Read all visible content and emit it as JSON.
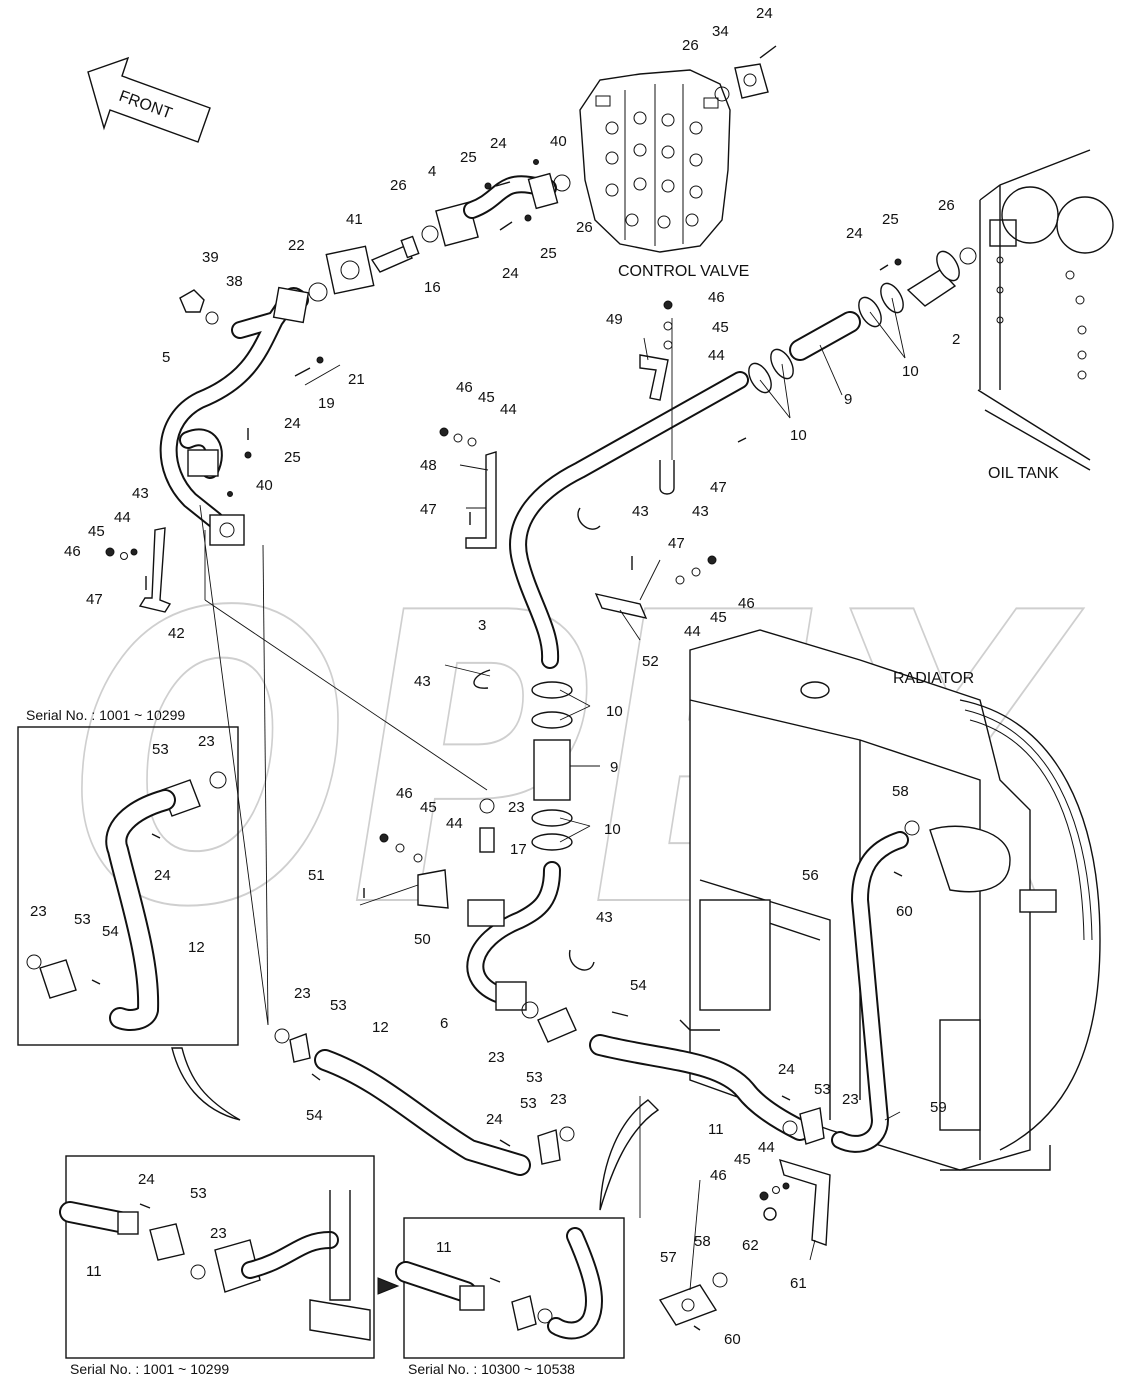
{
  "labels": {
    "front": "FRONT",
    "control_valve": "CONTROL VALVE",
    "oil_tank": "OIL TANK",
    "radiator": "RADIATOR"
  },
  "insets": {
    "inset1_serial": "Serial No. : 1001 ~ 10299",
    "inset2_serial": "Serial No. : 1001 ~ 10299",
    "inset3_serial": "Serial No. : 10300 ~ 10538"
  },
  "watermark": "OPEX",
  "parts": [
    {
      "id": "p24a",
      "n": "24"
    },
    {
      "id": "p34",
      "n": "34"
    },
    {
      "id": "p26a",
      "n": "26"
    },
    {
      "id": "p24b",
      "n": "24"
    },
    {
      "id": "p40a",
      "n": "40"
    },
    {
      "id": "p25a",
      "n": "25"
    },
    {
      "id": "p4",
      "n": "4"
    },
    {
      "id": "p26b",
      "n": "26"
    },
    {
      "id": "p26c",
      "n": "26"
    },
    {
      "id": "p24c",
      "n": "24"
    },
    {
      "id": "p25b",
      "n": "25"
    },
    {
      "id": "p41",
      "n": "41"
    },
    {
      "id": "p22",
      "n": "22"
    },
    {
      "id": "p16",
      "n": "16"
    },
    {
      "id": "p39",
      "n": "39"
    },
    {
      "id": "p38",
      "n": "38"
    },
    {
      "id": "p5",
      "n": "5"
    },
    {
      "id": "p21",
      "n": "21"
    },
    {
      "id": "p19",
      "n": "19"
    },
    {
      "id": "p24d",
      "n": "24"
    },
    {
      "id": "p25c",
      "n": "25"
    },
    {
      "id": "p40b",
      "n": "40"
    },
    {
      "id": "p43a",
      "n": "43"
    },
    {
      "id": "p45a",
      "n": "45"
    },
    {
      "id": "p44a",
      "n": "44"
    },
    {
      "id": "p46a",
      "n": "46"
    },
    {
      "id": "p47a",
      "n": "47"
    },
    {
      "id": "p42",
      "n": "42"
    },
    {
      "id": "p24e",
      "n": "24"
    },
    {
      "id": "p25d",
      "n": "25"
    },
    {
      "id": "p26d",
      "n": "26"
    },
    {
      "id": "p2",
      "n": "2"
    },
    {
      "id": "p10a",
      "n": "10"
    },
    {
      "id": "p9a",
      "n": "9"
    },
    {
      "id": "p10b",
      "n": "10"
    },
    {
      "id": "p46b",
      "n": "46"
    },
    {
      "id": "p45b",
      "n": "45"
    },
    {
      "id": "p44b",
      "n": "44"
    },
    {
      "id": "p49",
      "n": "49"
    },
    {
      "id": "p47b",
      "n": "47"
    },
    {
      "id": "p43b",
      "n": "43"
    },
    {
      "id": "p46c",
      "n": "46"
    },
    {
      "id": "p45c",
      "n": "45"
    },
    {
      "id": "p44c",
      "n": "44"
    },
    {
      "id": "p48",
      "n": "48"
    },
    {
      "id": "p47c",
      "n": "47"
    },
    {
      "id": "p43c",
      "n": "43"
    },
    {
      "id": "p47d",
      "n": "47"
    },
    {
      "id": "p46d",
      "n": "46"
    },
    {
      "id": "p45d",
      "n": "45"
    },
    {
      "id": "p44d",
      "n": "44"
    },
    {
      "id": "p3",
      "n": "3"
    },
    {
      "id": "p52",
      "n": "52"
    },
    {
      "id": "p43d",
      "n": "43"
    },
    {
      "id": "p10c",
      "n": "10"
    },
    {
      "id": "p9b",
      "n": "9"
    },
    {
      "id": "p23a",
      "n": "23"
    },
    {
      "id": "p10d",
      "n": "10"
    },
    {
      "id": "p17",
      "n": "17"
    },
    {
      "id": "p46e",
      "n": "46"
    },
    {
      "id": "p45e",
      "n": "45"
    },
    {
      "id": "p44e",
      "n": "44"
    },
    {
      "id": "p51",
      "n": "51"
    },
    {
      "id": "p50",
      "n": "50"
    },
    {
      "id": "p43e",
      "n": "43"
    },
    {
      "id": "p6",
      "n": "6"
    },
    {
      "id": "p54a",
      "n": "54"
    },
    {
      "id": "p23b",
      "n": "23"
    },
    {
      "id": "p53a",
      "n": "53"
    },
    {
      "id": "p53b",
      "n": "53"
    },
    {
      "id": "p23c",
      "n": "23"
    },
    {
      "id": "p24f",
      "n": "24"
    },
    {
      "id": "p12a",
      "n": "12"
    },
    {
      "id": "p23d",
      "n": "23"
    },
    {
      "id": "p53c",
      "n": "53"
    },
    {
      "id": "p54b",
      "n": "54"
    },
    {
      "id": "p23e",
      "n": "23"
    },
    {
      "id": "p53d",
      "n": "53"
    },
    {
      "id": "p12b",
      "n": "12"
    },
    {
      "id": "p54c",
      "n": "54"
    },
    {
      "id": "p24g",
      "n": "24"
    },
    {
      "id": "p53e",
      "n": "53"
    },
    {
      "id": "p23f",
      "n": "23"
    },
    {
      "id": "p11a",
      "n": "11"
    },
    {
      "id": "p24h",
      "n": "24"
    },
    {
      "id": "p53f",
      "n": "53"
    },
    {
      "id": "p23g",
      "n": "23"
    },
    {
      "id": "p59",
      "n": "59"
    },
    {
      "id": "p58a",
      "n": "58"
    },
    {
      "id": "p56",
      "n": "56"
    },
    {
      "id": "p60a",
      "n": "60"
    },
    {
      "id": "p44f",
      "n": "44"
    },
    {
      "id": "p45f",
      "n": "45"
    },
    {
      "id": "p46f",
      "n": "46"
    },
    {
      "id": "p62",
      "n": "62"
    },
    {
      "id": "p61",
      "n": "61"
    },
    {
      "id": "p57",
      "n": "57"
    },
    {
      "id": "p58b",
      "n": "58"
    },
    {
      "id": "p60b",
      "n": "60"
    },
    {
      "id": "p24i",
      "n": "24"
    },
    {
      "id": "p53g",
      "n": "53"
    },
    {
      "id": "p23h",
      "n": "23"
    },
    {
      "id": "p11b",
      "n": "11"
    },
    {
      "id": "p11c",
      "n": "11"
    }
  ]
}
